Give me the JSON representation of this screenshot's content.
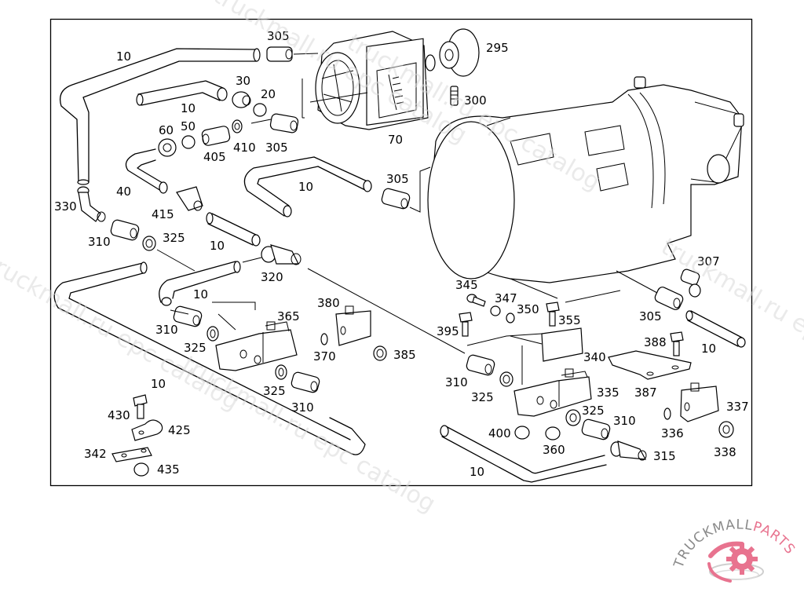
{
  "diagram": {
    "title": "",
    "watermark_text": [
      "truckmall.ru epc catalog",
      "truckmall.ru epc catalog",
      "truckmall.ru epc catalog",
      "truckmall.ru epc catalog",
      "truckmall.ru epc catalog"
    ],
    "callouts": [
      {
        "id": "c-10-top",
        "label": "10",
        "part": "hose"
      },
      {
        "id": "c-305-top",
        "label": "305",
        "part": "union fitting"
      },
      {
        "id": "c-295",
        "label": "295",
        "part": "flange"
      },
      {
        "id": "c-30",
        "label": "30",
        "part": "nut"
      },
      {
        "id": "c-20",
        "label": "20",
        "part": "sleeve"
      },
      {
        "id": "c-10-b",
        "label": "10",
        "part": "hose"
      },
      {
        "id": "c-300",
        "label": "300",
        "part": "breather"
      },
      {
        "id": "c-60",
        "label": "60",
        "part": "nut"
      },
      {
        "id": "c-50",
        "label": "50",
        "part": "sleeve"
      },
      {
        "id": "c-405",
        "label": "405",
        "part": "union fitting"
      },
      {
        "id": "c-410",
        "label": "410",
        "part": "seal ring"
      },
      {
        "id": "c-305-b",
        "label": "305",
        "part": "union fitting"
      },
      {
        "id": "c-70",
        "label": "70",
        "part": "power take-off housing"
      },
      {
        "id": "c-10-c",
        "label": "10",
        "part": "hose"
      },
      {
        "id": "c-305-c",
        "label": "305",
        "part": "union fitting"
      },
      {
        "id": "c-40",
        "label": "40",
        "part": "hose"
      },
      {
        "id": "c-330",
        "label": "330",
        "part": "elbow fitting"
      },
      {
        "id": "c-415",
        "label": "415",
        "part": "angle fitting"
      },
      {
        "id": "c-310-a",
        "label": "310",
        "part": "union fitting"
      },
      {
        "id": "c-325-a",
        "label": "325",
        "part": "seal ring"
      },
      {
        "id": "c-10-d",
        "label": "10",
        "part": "hose"
      },
      {
        "id": "c-320",
        "label": "320",
        "part": "tee fitting"
      },
      {
        "id": "c-10-e",
        "label": "10",
        "part": "hose"
      },
      {
        "id": "c-307",
        "label": "307",
        "part": "elbow fitting"
      },
      {
        "id": "c-345",
        "label": "345",
        "part": "bolt"
      },
      {
        "id": "c-347",
        "label": "347",
        "part": "washer"
      },
      {
        "id": "c-350",
        "label": "350",
        "part": "spring washer"
      },
      {
        "id": "c-355",
        "label": "355",
        "part": "bolt"
      },
      {
        "id": "c-380",
        "label": "380",
        "part": "solenoid coil"
      },
      {
        "id": "c-365",
        "label": "365",
        "part": "solenoid valve"
      },
      {
        "id": "c-395",
        "label": "395",
        "part": "bolt"
      },
      {
        "id": "c-305-d",
        "label": "305",
        "part": "union fitting"
      },
      {
        "id": "c-310-b",
        "label": "310",
        "part": "union fitting"
      },
      {
        "id": "c-325-b",
        "label": "325",
        "part": "seal ring"
      },
      {
        "id": "c-370",
        "label": "370",
        "part": "washer"
      },
      {
        "id": "c-385",
        "label": "385",
        "part": "seal ring"
      },
      {
        "id": "c-388",
        "label": "388",
        "part": "bolt"
      },
      {
        "id": "c-10-f",
        "label": "10",
        "part": "hose"
      },
      {
        "id": "c-340",
        "label": "340",
        "part": "bracket"
      },
      {
        "id": "c-10-g",
        "label": "10",
        "part": "hose"
      },
      {
        "id": "c-325-c",
        "label": "325",
        "part": "seal ring"
      },
      {
        "id": "c-310-c",
        "label": "310",
        "part": "union fitting"
      },
      {
        "id": "c-310-d",
        "label": "310",
        "part": "union fitting"
      },
      {
        "id": "c-325-d",
        "label": "325",
        "part": "seal ring"
      },
      {
        "id": "c-335",
        "label": "335",
        "part": "solenoid valve"
      },
      {
        "id": "c-387",
        "label": "387",
        "part": "bracket"
      },
      {
        "id": "c-337",
        "label": "337",
        "part": "solenoid coil"
      },
      {
        "id": "c-430",
        "label": "430",
        "part": "bolt"
      },
      {
        "id": "c-425",
        "label": "425",
        "part": "clamp"
      },
      {
        "id": "c-325-e",
        "label": "325",
        "part": "seal ring"
      },
      {
        "id": "c-310-e",
        "label": "310",
        "part": "union fitting"
      },
      {
        "id": "c-400",
        "label": "400",
        "part": "nut"
      },
      {
        "id": "c-336",
        "label": "336",
        "part": "washer"
      },
      {
        "id": "c-360",
        "label": "360",
        "part": "nut"
      },
      {
        "id": "c-342",
        "label": "342",
        "part": "plate"
      },
      {
        "id": "c-315",
        "label": "315",
        "part": "tee fitting"
      },
      {
        "id": "c-338",
        "label": "338",
        "part": "seal ring"
      },
      {
        "id": "c-435",
        "label": "435",
        "part": "nut"
      },
      {
        "id": "c-10-h",
        "label": "10",
        "part": "hose"
      }
    ]
  },
  "logo": {
    "text_primary": "TRUCKMALL",
    "text_secondary": "PARTS",
    "color_primary": "#8a8a8a",
    "color_secondary": "#e8738f",
    "icon": "gear-icon"
  },
  "colors": {
    "line": "#000000",
    "background": "#ffffff",
    "watermark": "#d9d9d9"
  }
}
